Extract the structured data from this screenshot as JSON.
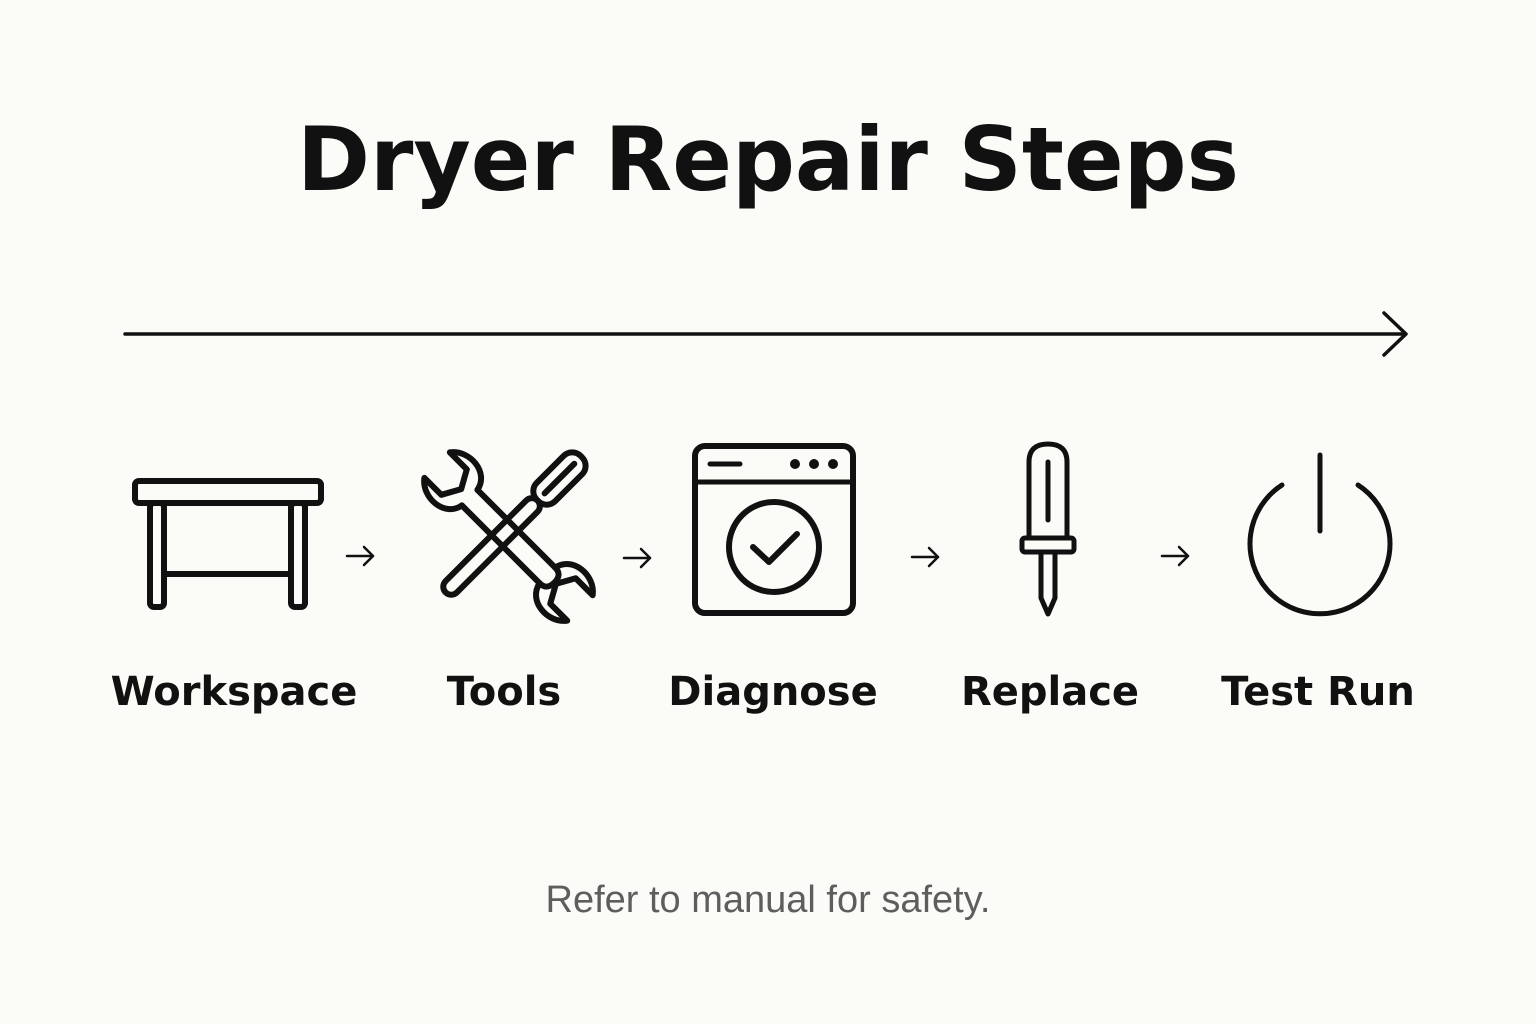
{
  "title": "Dryer Repair Steps",
  "steps": [
    {
      "label": "Workspace",
      "icon": "workbench-icon"
    },
    {
      "label": "Tools",
      "icon": "wrench-screwdriver-icon"
    },
    {
      "label": "Diagnose",
      "icon": "dryer-check-icon"
    },
    {
      "label": "Replace",
      "icon": "screwdriver-icon"
    },
    {
      "label": "Test Run",
      "icon": "power-icon"
    }
  ],
  "footnote": "Refer to manual for safety.",
  "colors": {
    "background": "#fbfbf8",
    "ink": "#111111",
    "footnote": "#5e5e5e"
  }
}
